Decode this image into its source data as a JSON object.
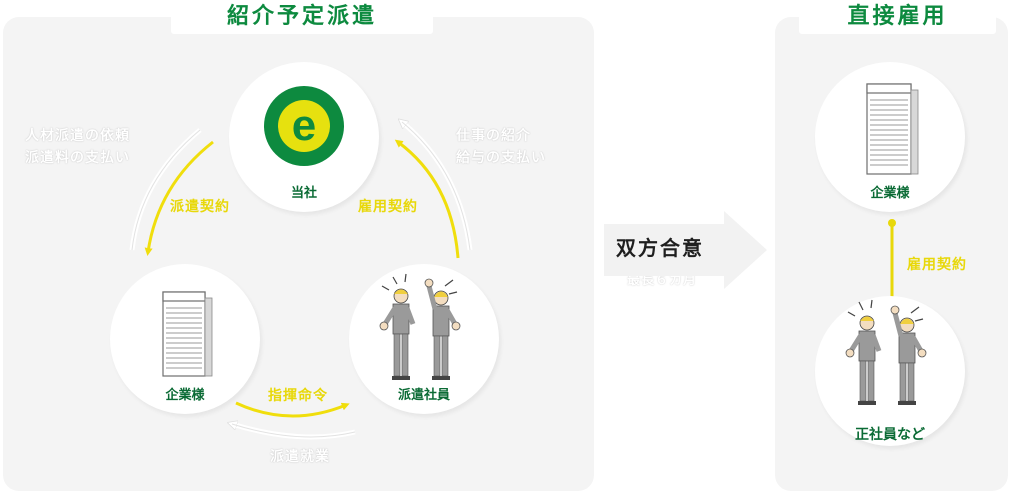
{
  "left_panel": {
    "title": "紹介予定派遣",
    "nodes": {
      "company": {
        "label": "当社",
        "logo_letter": "e"
      },
      "client": {
        "label": "企業様"
      },
      "staff": {
        "label": "派遣社員"
      }
    },
    "arrows": {
      "dispatch_contract": "派遣契約",
      "employment_contract": "雇用契約",
      "instruction": "指揮命令"
    },
    "faint_notes": {
      "left": [
        "人材派遣の依頼",
        "派遣料の支払い"
      ],
      "right": [
        "仕事の紹介",
        "給与の支払い"
      ],
      "bottom": "派遣就業"
    }
  },
  "middle": {
    "mutual_consent": "双方合意",
    "limit_note": "最長６カ月"
  },
  "right_panel": {
    "title": "直接雇用",
    "nodes": {
      "client": {
        "label": "企業様"
      },
      "employee": {
        "label": "正社員など"
      }
    },
    "link_label": "雇用契約"
  },
  "colors": {
    "brand_green": "#0d8a3f",
    "arrow_yellow": "#f0de0c",
    "panel_gray": "#f4f4f4",
    "suit_gray": "#9a9a9a",
    "hair_yellow": "#f0cf3e"
  }
}
